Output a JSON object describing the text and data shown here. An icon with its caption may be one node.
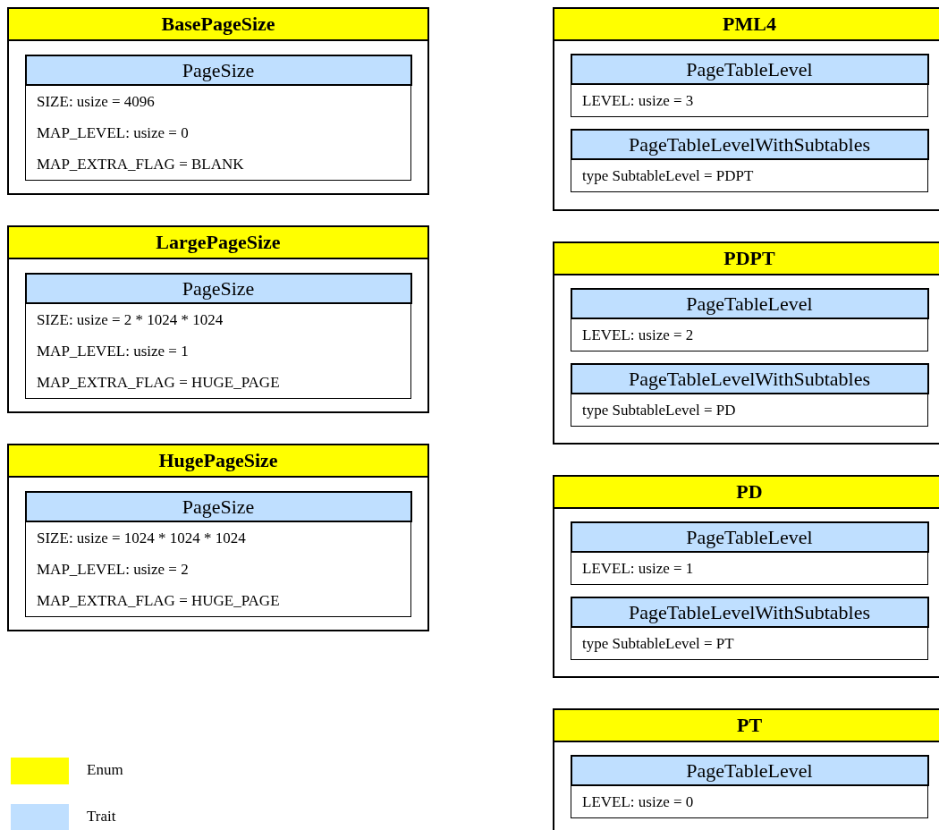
{
  "diagram": {
    "nodes": [
      {
        "text": [
          "BasePageSize"
        ]
      },
      {
        "text": [
          "PageSize",
          "SIZE: usize = 4096",
          "MAP_LEVEL: usize = 0",
          "MAP_EXTRA_FLAG = BLANK"
        ],
        "in": 0
      },
      {
        "text": [
          "LargePageSize"
        ]
      },
      {
        "text": [
          "PageSize",
          "SIZE: usize = 2 * 1024 * 1024",
          "MAP_LEVEL: usize = 1",
          "MAP_EXTRA_FLAG = HUGE_PAGE"
        ],
        "in": 2
      },
      {
        "text": [
          "HugePageSize"
        ]
      },
      {
        "text": [
          "PageSize",
          "SIZE: usize = 1024 * 1024 * 1024",
          "MAP_LEVEL: usize = 2",
          "MAP_EXTRA_FLAG = HUGE_PAGE"
        ],
        "in": 4
      },
      {
        "text": [
          "PML4"
        ]
      },
      {
        "text": [
          "PageTableLevel",
          "LEVEL: usize = 3"
        ],
        "in": 6
      },
      {
        "text": [
          "PageTableLevelWithSubtables",
          "type SubtableLevel = PDPT"
        ],
        "in": 6
      },
      {
        "text": [
          "PDPT"
        ]
      },
      {
        "text": [
          "PageTableLevel",
          "LEVEL: usize = 2"
        ],
        "in": 9
      },
      {
        "text": [
          "PageTableLevelWithSubtables",
          "type SubtableLevel = PD"
        ],
        "in": 9
      },
      {
        "text": [
          "PD"
        ]
      },
      {
        "text": [
          "PageTableLevel",
          "LEVEL: usize = 1"
        ],
        "in": 12
      },
      {
        "text": [
          "PageTableLevelWithSubtables",
          "type SubtableLevel = PT"
        ],
        "in": 12
      },
      {
        "text": [
          "PT"
        ]
      },
      {
        "text": [
          "PageTableLevel",
          "LEVEL: usize = 0"
        ],
        "in": 15
      }
    ],
    "legend": [
      {
        "text": "Enum",
        "color": "#ffff00"
      },
      {
        "text": "Trait",
        "color": "#bfdfff"
      }
    ]
  }
}
